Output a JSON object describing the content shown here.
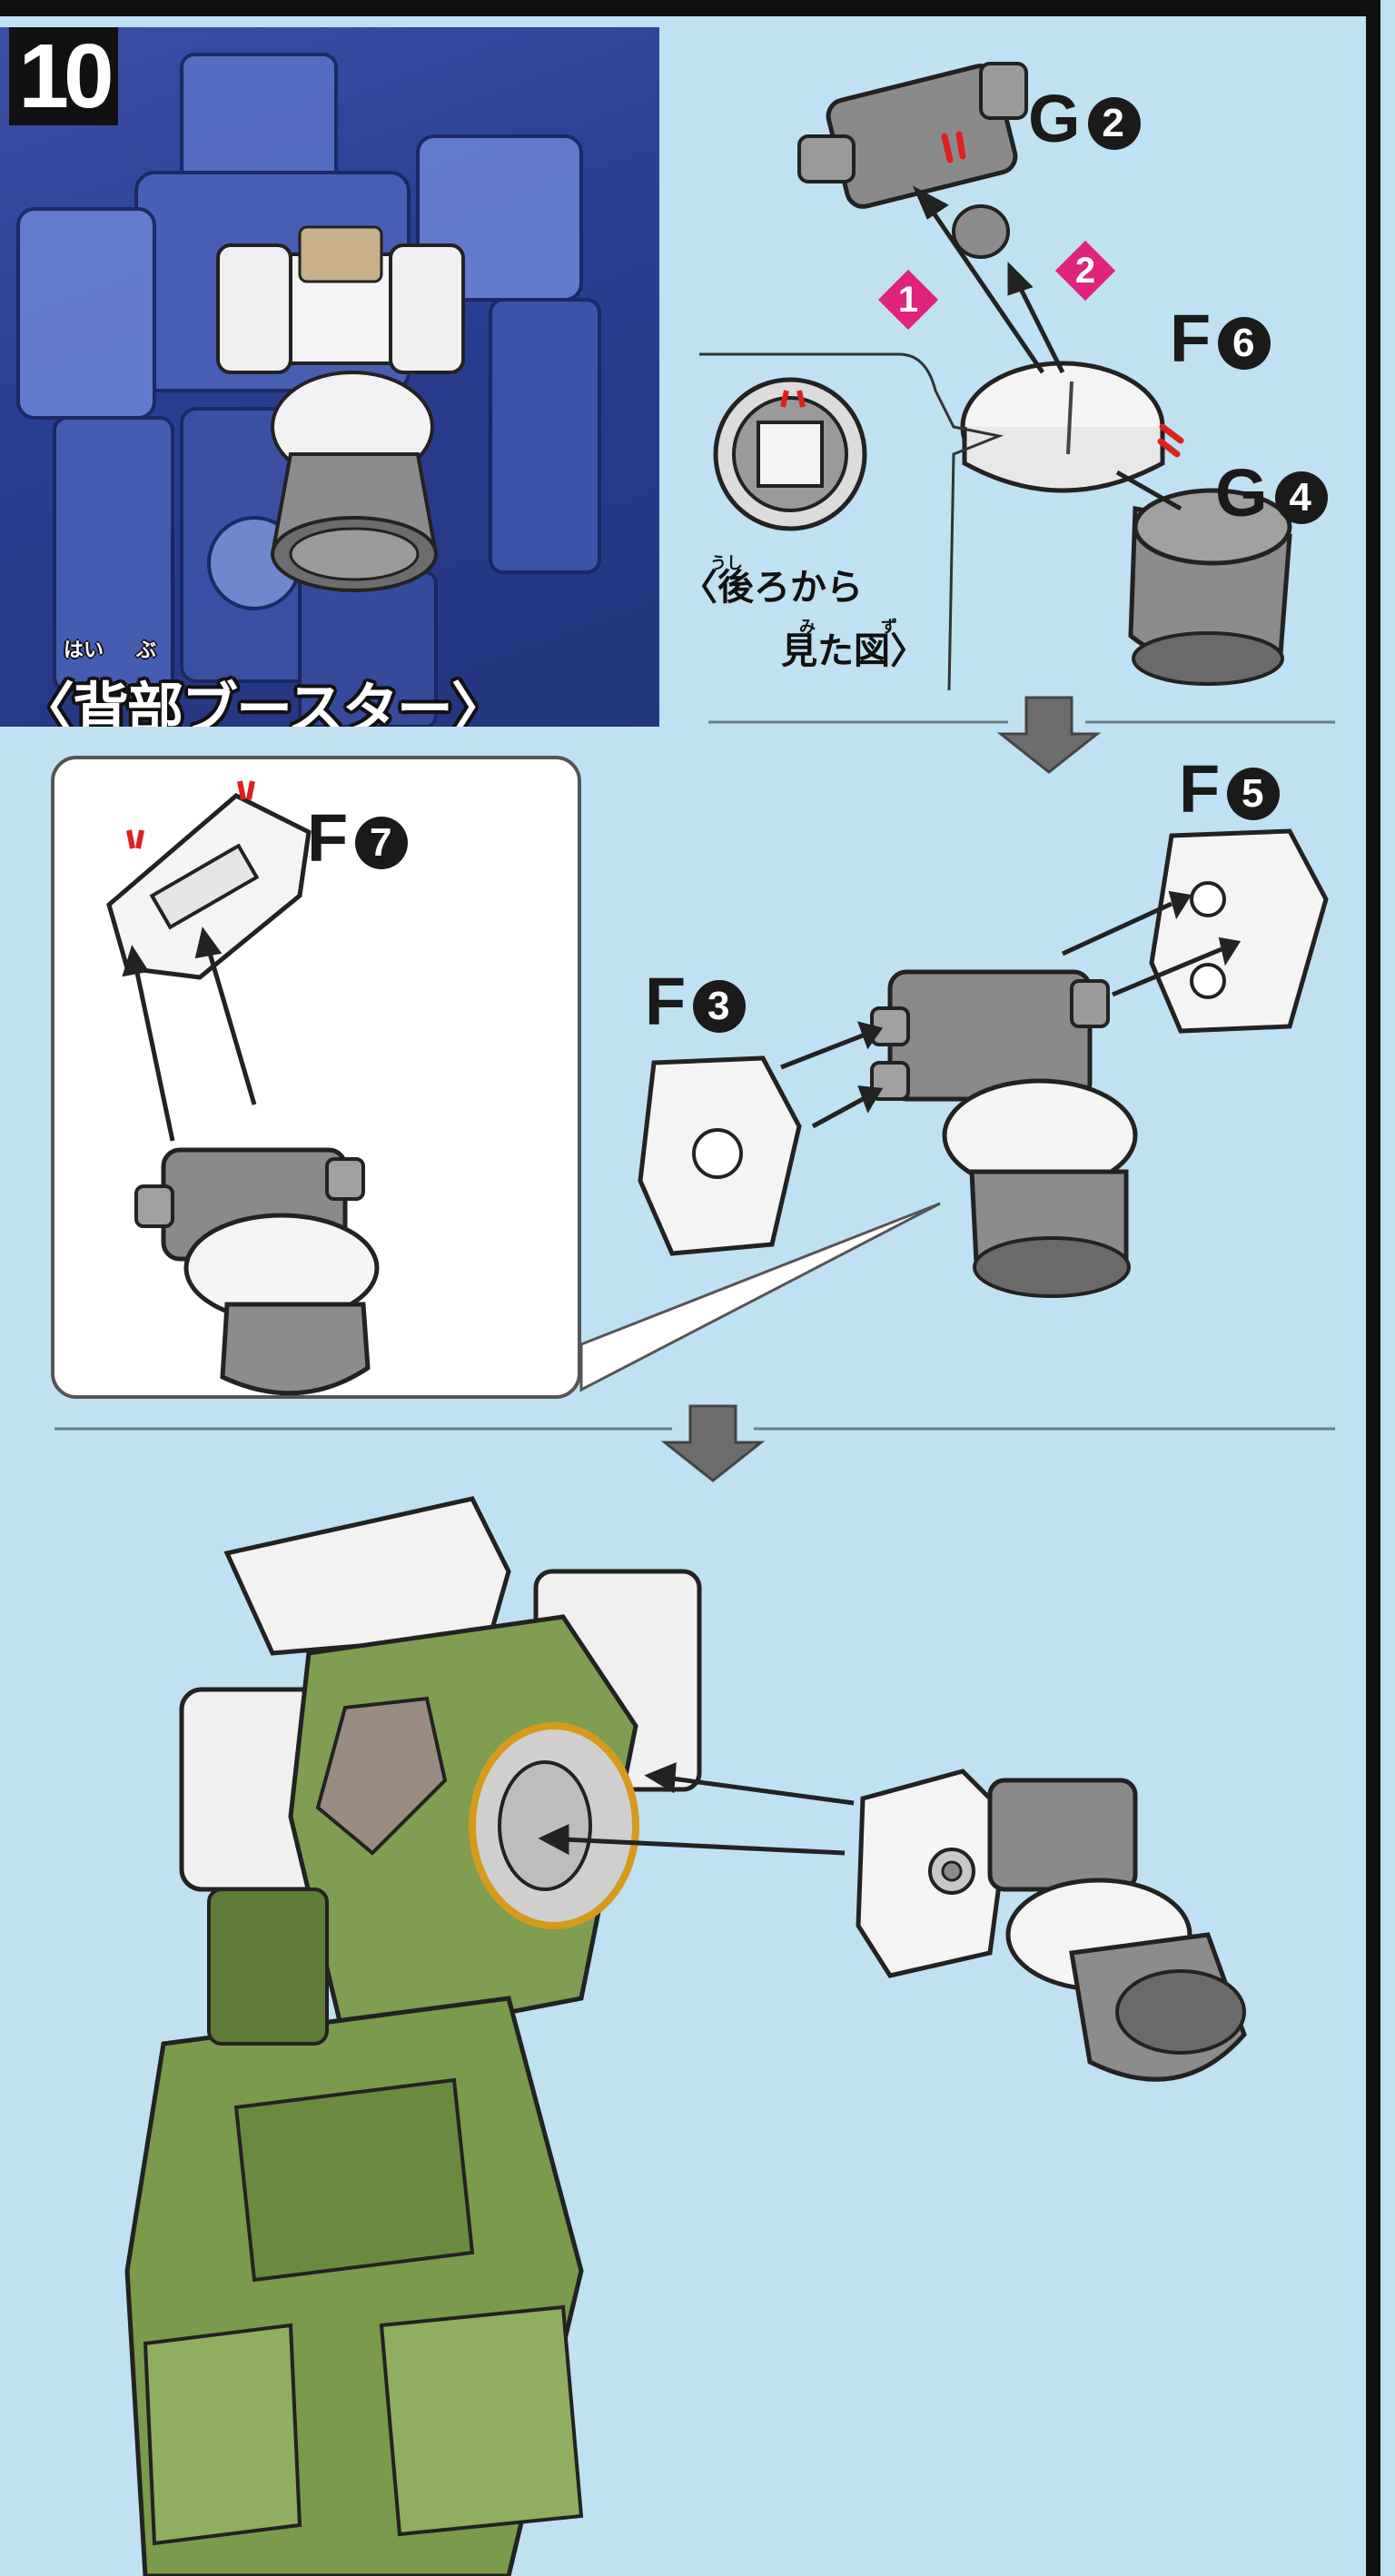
{
  "step": {
    "number": "10"
  },
  "preview": {
    "title": "〈背部ブースター〉",
    "ruby_left": "はい",
    "ruby_right": "ぶ"
  },
  "parts": {
    "g2": {
      "letter": "G",
      "num": "2"
    },
    "f6": {
      "letter": "F",
      "num": "6"
    },
    "g4": {
      "letter": "G",
      "num": "4"
    },
    "f5": {
      "letter": "F",
      "num": "5"
    },
    "f7": {
      "letter": "F",
      "num": "7"
    },
    "f3": {
      "letter": "F",
      "num": "3"
    }
  },
  "order_marks": {
    "first": "1",
    "second": "2"
  },
  "back_view_note": {
    "line1": "〈後ろから",
    "line2": "見た図〉",
    "ruby1": "うし",
    "ruby2": "み",
    "ruby3": "ず"
  },
  "colors": {
    "background": "#bfe1f2",
    "preview_bg": "#2c3f92",
    "accent_magenta": "#e0247a",
    "gray_part": "#8a8a8a",
    "white_part": "#f2f2f2",
    "green_part": "#6e8f45",
    "cut_mark": "#e02020"
  }
}
